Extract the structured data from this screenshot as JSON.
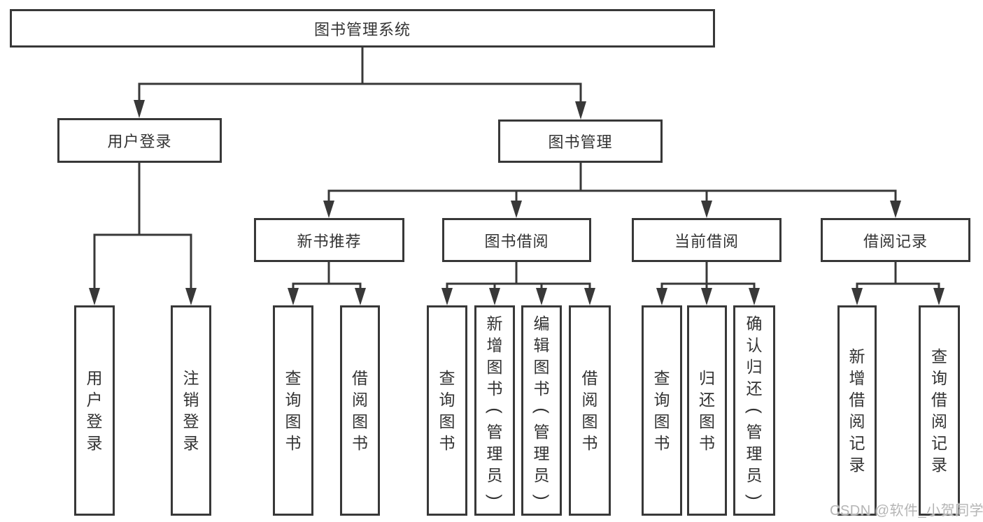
{
  "tree": {
    "root": {
      "label": "图书管理系统"
    },
    "branches": [
      {
        "label": "用户登录",
        "leaves": [
          {
            "label": "用户登录"
          },
          {
            "label": "注销登录"
          }
        ]
      },
      {
        "label": "图书管理",
        "sections": [
          {
            "label": "新书推荐",
            "leaves": [
              {
                "label": "查询图书"
              },
              {
                "label": "借阅图书"
              }
            ]
          },
          {
            "label": "图书借阅",
            "leaves": [
              {
                "label": "查询图书"
              },
              {
                "label": "新增图书（管理员）"
              },
              {
                "label": "编辑图书（管理员）"
              },
              {
                "label": "借阅图书"
              }
            ]
          },
          {
            "label": "当前借阅",
            "leaves": [
              {
                "label": "查询图书"
              },
              {
                "label": "归还图书"
              },
              {
                "label": "确认归还（管理员）"
              }
            ]
          },
          {
            "label": "借阅记录",
            "leaves": [
              {
                "label": "新增借阅记录"
              },
              {
                "label": "查询借阅记录"
              }
            ]
          }
        ]
      }
    ]
  },
  "watermark": {
    "text": "CSDN @软件_小贺同学"
  },
  "colors": {
    "line": "#383838",
    "box_border": "#383838",
    "text": "#333333",
    "watermark": "#b5b5b5",
    "background": "#ffffff"
  }
}
